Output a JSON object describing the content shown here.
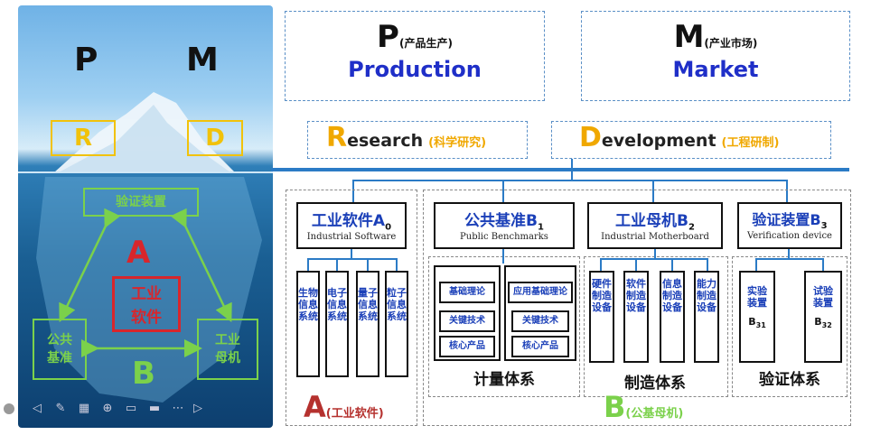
{
  "left_panel": {
    "p": "P",
    "m": "M",
    "r": "R",
    "d": "D",
    "verification": "验证装置",
    "a": "A",
    "industrial_software": "工业\n软件",
    "public_benchmark": "公共\n基准",
    "industrial_mother": "工业\n母机",
    "b": "B"
  },
  "top": {
    "p_letter": "P",
    "p_cn": "(产品生产)",
    "p_en": "Production",
    "m_letter": "M",
    "m_cn": "(产业市场)",
    "m_en": "Market",
    "r_first": "R",
    "r_rest": "esearch",
    "r_cn": "(科学研究)",
    "d_first": "D",
    "d_rest": "evelopment",
    "d_cn": "(工程研制)"
  },
  "cards": {
    "a0": {
      "title": "工业软件A",
      "sub_index": "0",
      "en": "Industrial Software"
    },
    "b1": {
      "title": "公共基准B",
      "sub_index": "1",
      "en": "Public Benchmarks"
    },
    "b2": {
      "title": "工业母机B",
      "sub_index": "2",
      "en": "Industrial Motherboard"
    },
    "b3": {
      "title": "验证装置B",
      "sub_index": "3",
      "en": "Verification device"
    }
  },
  "a0_children": [
    "生物信息系统",
    "电子信息系统",
    "量子信息系统",
    "粒子信息系统"
  ],
  "b1_children": {
    "col1": [
      "基础理论",
      "关键技术",
      "核心产品"
    ],
    "col2": [
      "应用基础理论",
      "关键技术",
      "核心产品"
    ]
  },
  "b2_children": [
    "硬件制造设备",
    "软件制造设备",
    "信息制造设备",
    "能力制造设备"
  ],
  "b3_children": [
    {
      "text": "实验装置",
      "code": "B",
      "sub": "31"
    },
    {
      "text": "试验装置",
      "code": "B",
      "sub": "32"
    }
  ],
  "systems": {
    "b1": "计量体系",
    "b2": "制造体系",
    "b3": "验证体系"
  },
  "bottom": {
    "a_letter": "A",
    "a_cn": "(工业软件)",
    "b_letter": "B",
    "b_cn": "(公基母机)"
  },
  "colors": {
    "blue": "#2b7bc6",
    "green": "#7bd14b",
    "yellow": "#f1c20a",
    "red": "#d8262c",
    "orange": "#f0a800",
    "accent": "#b5312e"
  }
}
